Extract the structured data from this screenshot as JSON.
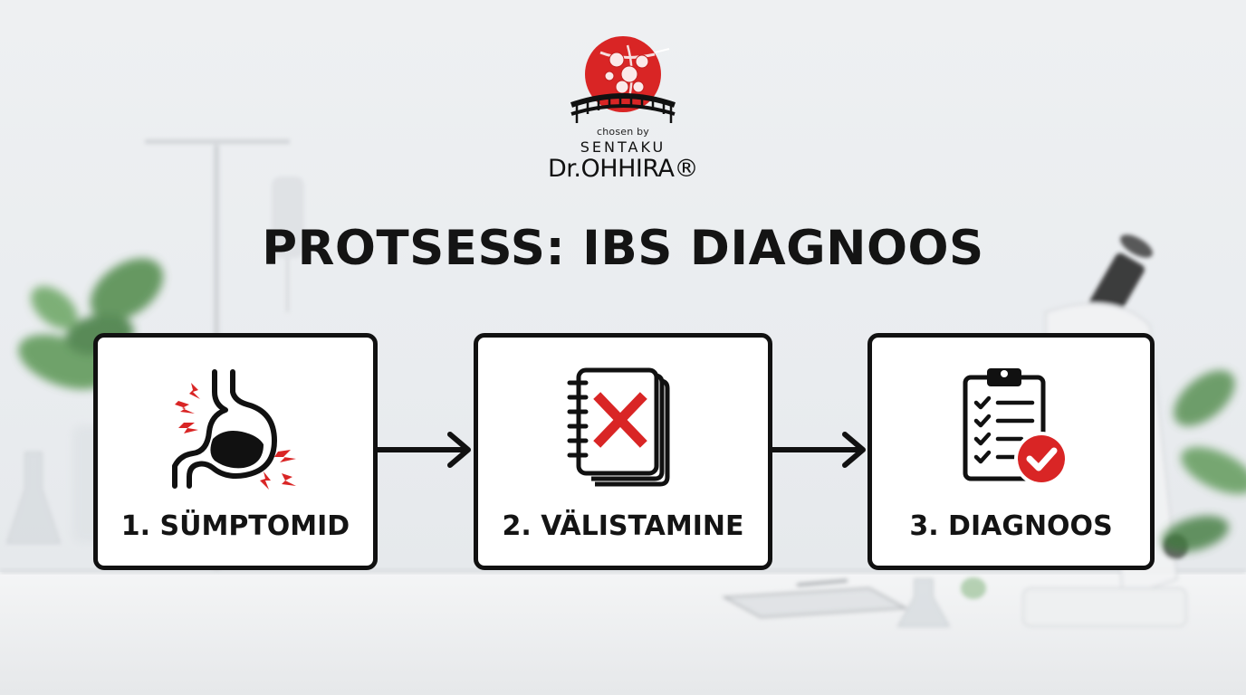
{
  "logo": {
    "tagline_small": "chosen by",
    "sentaku": "SENTAKU",
    "brand": "Dr.OHHIRA®"
  },
  "title": "PROTSESS: IBS DIAGNOOS",
  "steps": [
    {
      "label": "1. SÜMPTOMID",
      "icon": "stomach-pain-icon"
    },
    {
      "label": "2. VÄLISTAMINE",
      "icon": "notebook-cross-icon"
    },
    {
      "label": "3. DIAGNOOS",
      "icon": "clipboard-check-icon"
    }
  ],
  "colors": {
    "accent_red": "#d92525",
    "outline": "#111111",
    "background": "#eceef0"
  }
}
